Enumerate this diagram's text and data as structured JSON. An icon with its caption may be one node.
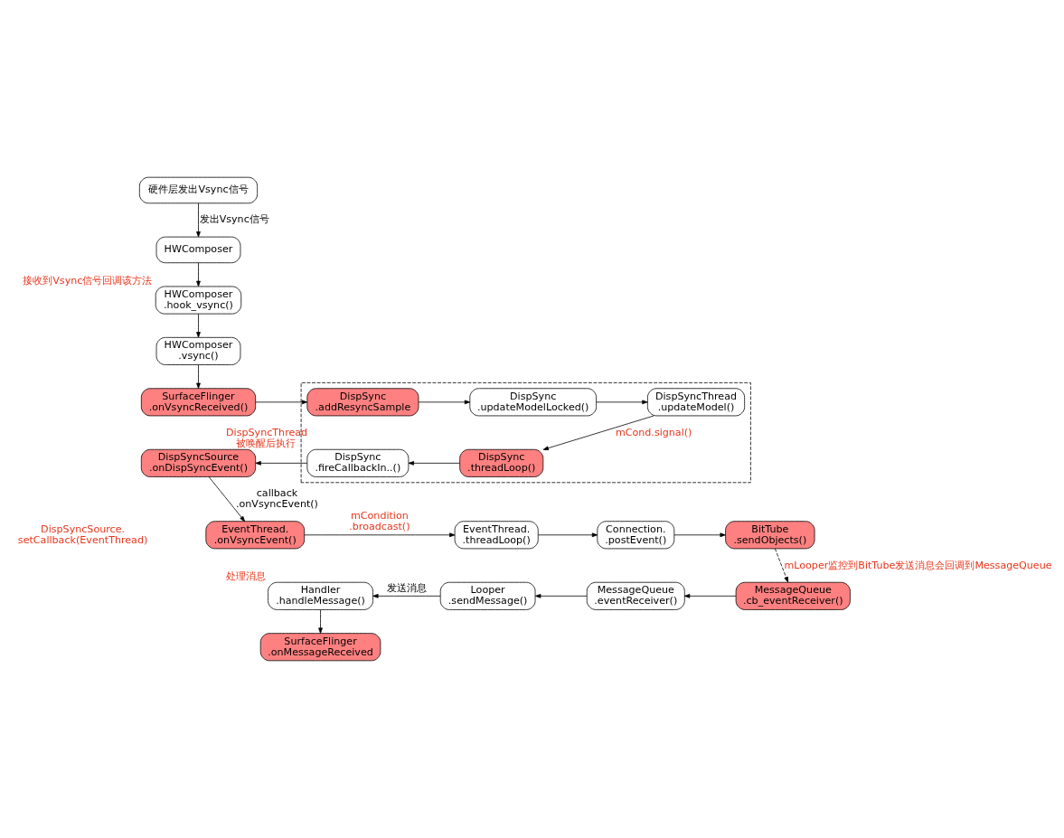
{
  "diagram": {
    "nodes": [
      {
        "text": [
          "硬件层发出Vsync信号"
        ]
      },
      {
        "text": [
          "HWComposer"
        ]
      },
      {
        "text": [
          "HWComposer .hook_vsync()"
        ],
        "beside": [
          "接收到Vsync信号回调该方法"
        ]
      },
      {
        "text": [
          "HWComposer .vsync()"
        ]
      },
      {
        "text": [
          "SurfaceFlinger .onVsyncReceived()"
        ]
      },
      {
        "text": [],
        "shape": "box"
      },
      {
        "text": [
          "DispSync .addResyncSample"
        ],
        "in": 5
      },
      {
        "text": [
          "DispSync .updateModelLocked()"
        ],
        "in": 5
      },
      {
        "text": [
          "DispSyncThread .updateModel()"
        ],
        "in": 5
      },
      {
        "text": [
          "DispSync .threadLoop()"
        ],
        "in": 5
      },
      {
        "text": [
          "DispSync .fireCallbackIn..()"
        ],
        "in": 5,
        "beside": [
          "DispSyncThread 被唤醒后执行"
        ]
      },
      {
        "text": [
          "DispSyncSource .onDispSyncEvent()"
        ]
      },
      {
        "text": [
          "EventThread. .onVsyncEvent()"
        ]
      },
      {
        "text": [
          "EventThread. .threadLoop()"
        ]
      },
      {
        "text": [
          "Connection. .postEvent()"
        ]
      },
      {
        "text": [
          "BitTube .sendObjects()"
        ]
      },
      {
        "text": [
          "Handler .handleMessage()"
        ],
        "beside": [
          "处理消息"
        ]
      },
      {
        "text": [
          "Looper .sendMessage()"
        ]
      },
      {
        "text": [
          "MessageQueue .eventReceiver()"
        ]
      },
      {
        "text": [
          "MessageQueue .cb_eventReceiver()"
        ]
      },
      {
        "text": [
          "SurfaceFlinger .onMessageReceived"
        ]
      }
    ],
    "edges": [
      {
        "from": 0,
        "to": 1,
        "arrow": "to",
        "label": "发出Vsync信号"
      },
      {
        "from": 1,
        "to": 2,
        "arrow": "to"
      },
      {
        "from": 2,
        "to": 3,
        "arrow": "to"
      },
      {
        "from": 3,
        "to": 4,
        "arrow": "to"
      },
      {
        "from": 4,
        "to": 6,
        "arrow": "to"
      },
      {
        "from": 6,
        "to": 7,
        "arrow": "to"
      },
      {
        "from": 7,
        "to": 8,
        "arrow": "to"
      },
      {
        "from": 8,
        "to": 9,
        "arrow": "to",
        "label": "mCond.signal()"
      },
      {
        "from": 9,
        "to": 10,
        "arrow": "to"
      },
      {
        "from": 10,
        "to": 11,
        "arrow": "to"
      },
      {
        "from": 11,
        "to": 12,
        "arrow": "to",
        "label": "callback .onVsyncEvent()"
      },
      {
        "from": 12,
        "to": 13,
        "arrow": "to",
        "label": "mCondition .broadcast()"
      },
      {
        "from": 13,
        "to": 14,
        "arrow": "to"
      },
      {
        "from": 14,
        "to": 15,
        "arrow": "to"
      },
      {
        "from": 15,
        "to": 19,
        "arrow": "to",
        "style": "dashed",
        "label": "mLooper监控到BitTube发送消息会回调到MessageQueue"
      },
      {
        "from": 19,
        "to": 18,
        "arrow": "to"
      },
      {
        "from": 18,
        "to": 17,
        "arrow": "to"
      },
      {
        "from": 17,
        "to": 16,
        "arrow": "to",
        "label": "发送消息"
      },
      {
        "from": 16,
        "to": 20,
        "arrow": "to"
      }
    ],
    "labels": [
      "DispSyncSource. setCallback(EventThread)"
    ]
  }
}
